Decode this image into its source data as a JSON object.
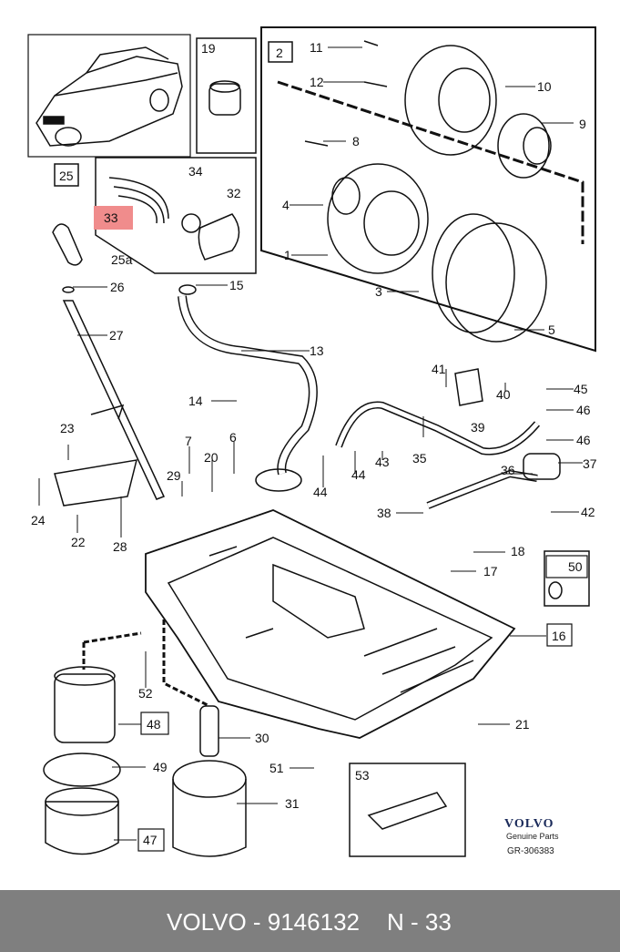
{
  "labels": {
    "n19": "19",
    "n2": "2",
    "n11": "11",
    "n12": "12",
    "n10": "10",
    "n9": "9",
    "n8": "8",
    "n4": "4",
    "n1": "1",
    "n3": "3",
    "n5": "5",
    "n25": "25",
    "n25a": "25a",
    "n34": "34",
    "n32": "32",
    "n33": "33",
    "n15": "15",
    "n26": "26",
    "n27": "27",
    "n13": "13",
    "n14": "14",
    "n41": "41",
    "n40": "40",
    "n45": "45",
    "n46a": "46",
    "n46b": "46",
    "n39": "39",
    "n35": "35",
    "n37": "37",
    "n36": "36",
    "n42": "42",
    "n38": "38",
    "n43": "43",
    "n44a": "44",
    "n44b": "44",
    "n23": "23",
    "n7": "7",
    "n6": "6",
    "n20": "20",
    "n29": "29",
    "n24": "24",
    "n22": "22",
    "n28": "28",
    "n18": "18",
    "n17": "17",
    "n50": "50",
    "n16": "16",
    "n52": "52",
    "n48": "48",
    "n49": "49",
    "n47": "47",
    "n30": "30",
    "n31": "31",
    "n51": "51",
    "n53": "53",
    "n21": "21"
  },
  "brand": {
    "name": "VOLVO",
    "sub": "Genuine Parts",
    "code": "GR-306383"
  },
  "footer": {
    "part_brand": "VOLVO - 9146132",
    "position": "N - 33"
  },
  "colors": {
    "highlight": "#f08c8c",
    "footer_bg": "#7f7f7f",
    "line": "#111111"
  }
}
